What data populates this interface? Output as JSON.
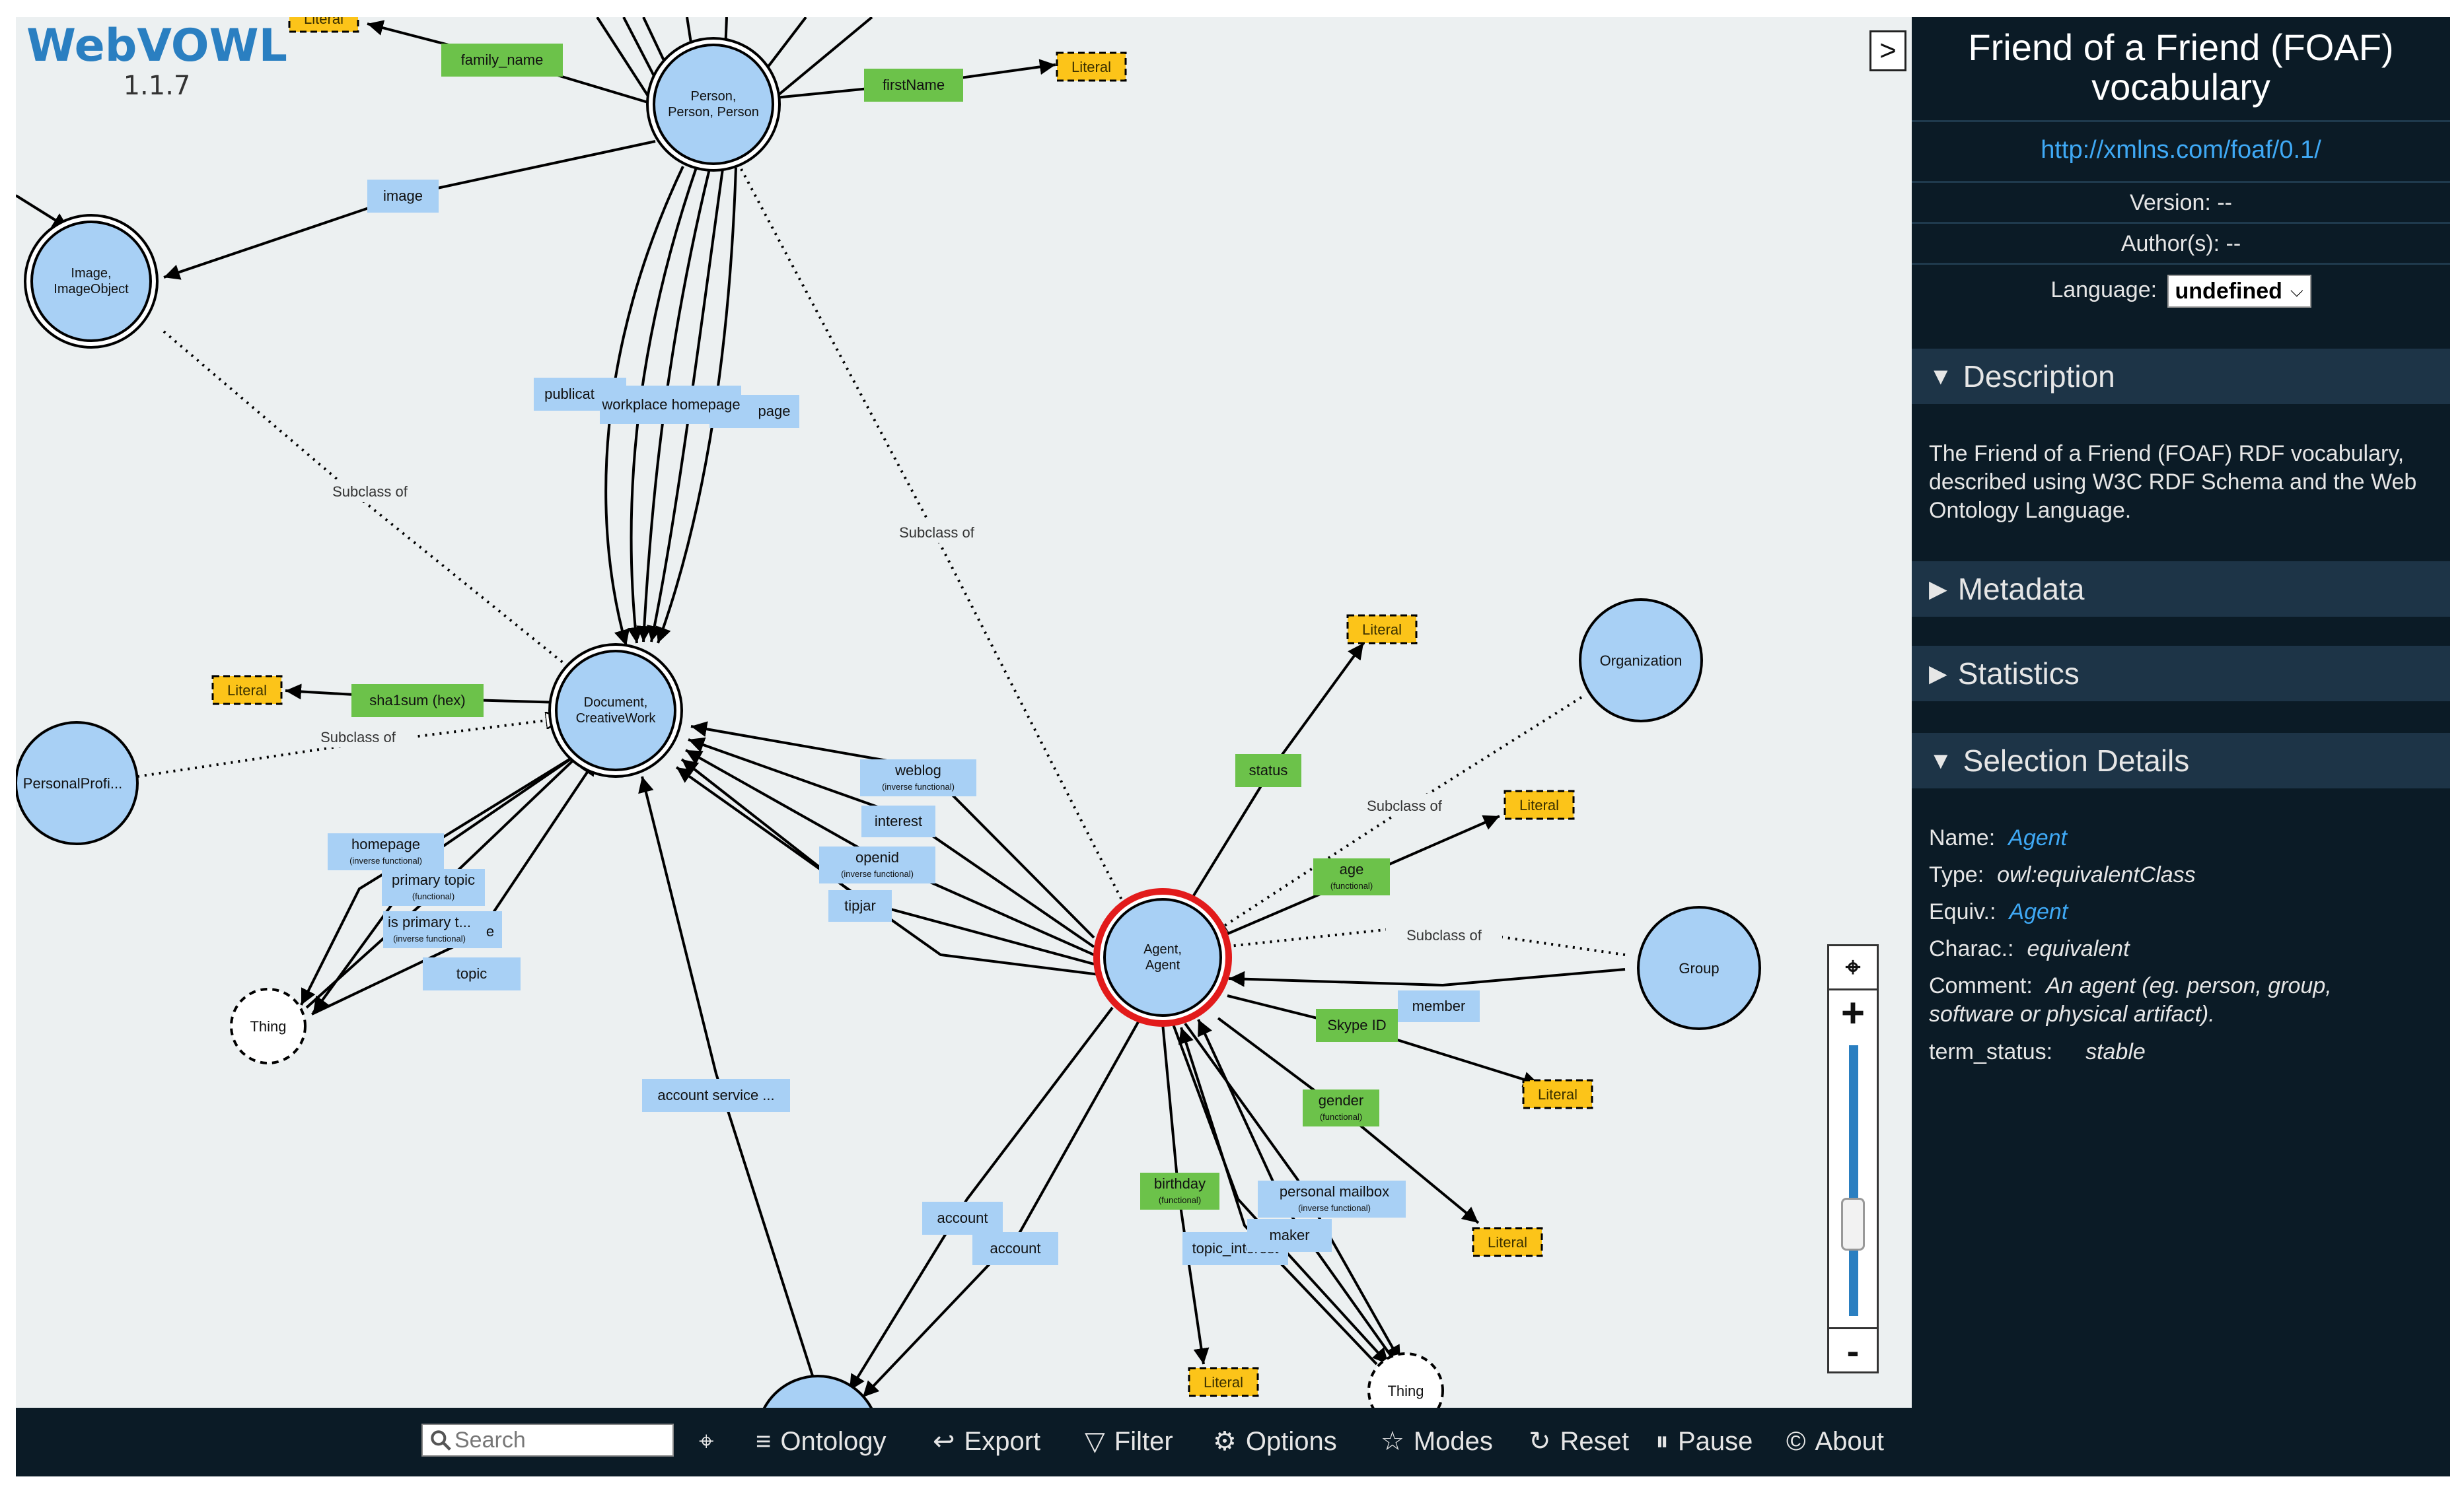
{
  "logo": {
    "name": "WebVOWL",
    "version": "1.1.7"
  },
  "sidebar": {
    "toggle": ">",
    "title_line1": "Friend of a Friend (FOAF)",
    "title_line2": "vocabulary",
    "url": "http://xmlns.com/foaf/0.1/",
    "version": "Version: --",
    "authors": "Author(s): --",
    "language_label": "Language:",
    "language_value": "undefined",
    "sections": {
      "description": "Description",
      "metadata": "Metadata",
      "statistics": "Statistics",
      "selection": "Selection Details"
    },
    "description_text": "The Friend of a Friend (FOAF) RDF vocabulary, described using W3C RDF Schema and the Web Ontology Language.",
    "details": {
      "name_label": "Name:",
      "name_value": "Agent",
      "type_label": "Type:",
      "type_value": "owl:equivalentClass",
      "equiv_label": "Equiv.:",
      "equiv_value": "Agent",
      "charac_label": "Charac.:",
      "charac_value": "equivalent",
      "comment_label": "Comment:",
      "comment_line1": "An agent (eg. person, group,",
      "comment_line2": "software or physical artifact).",
      "term_label": "term_status:",
      "term_value": "stable"
    }
  },
  "toolbar": {
    "search_placeholder": "Search",
    "ontology": "Ontology",
    "export": "Export",
    "filter": "Filter",
    "options": "Options",
    "modes": "Modes",
    "reset": "Reset",
    "pause": "Pause",
    "about": "About"
  },
  "zoom": {
    "plus": "+",
    "minus": "-",
    "level": 0.3
  },
  "graph": {
    "nodes": {
      "person_line1": "Person,",
      "person_line2": "Person, Person",
      "image_line1": "Image,",
      "image_line2": "ImageObject",
      "document_line1": "Document,",
      "document_line2": "CreativeWork",
      "agent_line1": "Agent,",
      "agent_line2": "Agent",
      "organization": "Organization",
      "group": "Group",
      "personal_profile": "PersonalProfi...",
      "thing": "Thing",
      "literal": "Literal"
    },
    "properties": {
      "family_name": "family_name",
      "first_name": "firstName",
      "image": "image",
      "publications": "publicat",
      "workplace_homepage": "workplace homepage",
      "page": "page",
      "sha1sum": "sha1sum (hex)",
      "weblog": "weblog",
      "interest": "interest",
      "openid": "openid",
      "tipjar": "tipjar",
      "homepage": "homepage",
      "primary_topic": "primary topic",
      "is_primary_topic": "is primary t...",
      "topic": "topic",
      "account_service": "account service ...",
      "account": "account",
      "status": "status",
      "age": "age",
      "member": "member",
      "skype": "Skype ID",
      "gender": "gender",
      "birthday": "birthday",
      "personal_mailbox": "personal mailbox",
      "maker": "maker",
      "topic_interest": "topic_interest",
      "inverse_functional": "(inverse functional)",
      "functional": "(functional)",
      "e": "e"
    },
    "edges": {
      "subclass_of": "Subclass of"
    }
  }
}
